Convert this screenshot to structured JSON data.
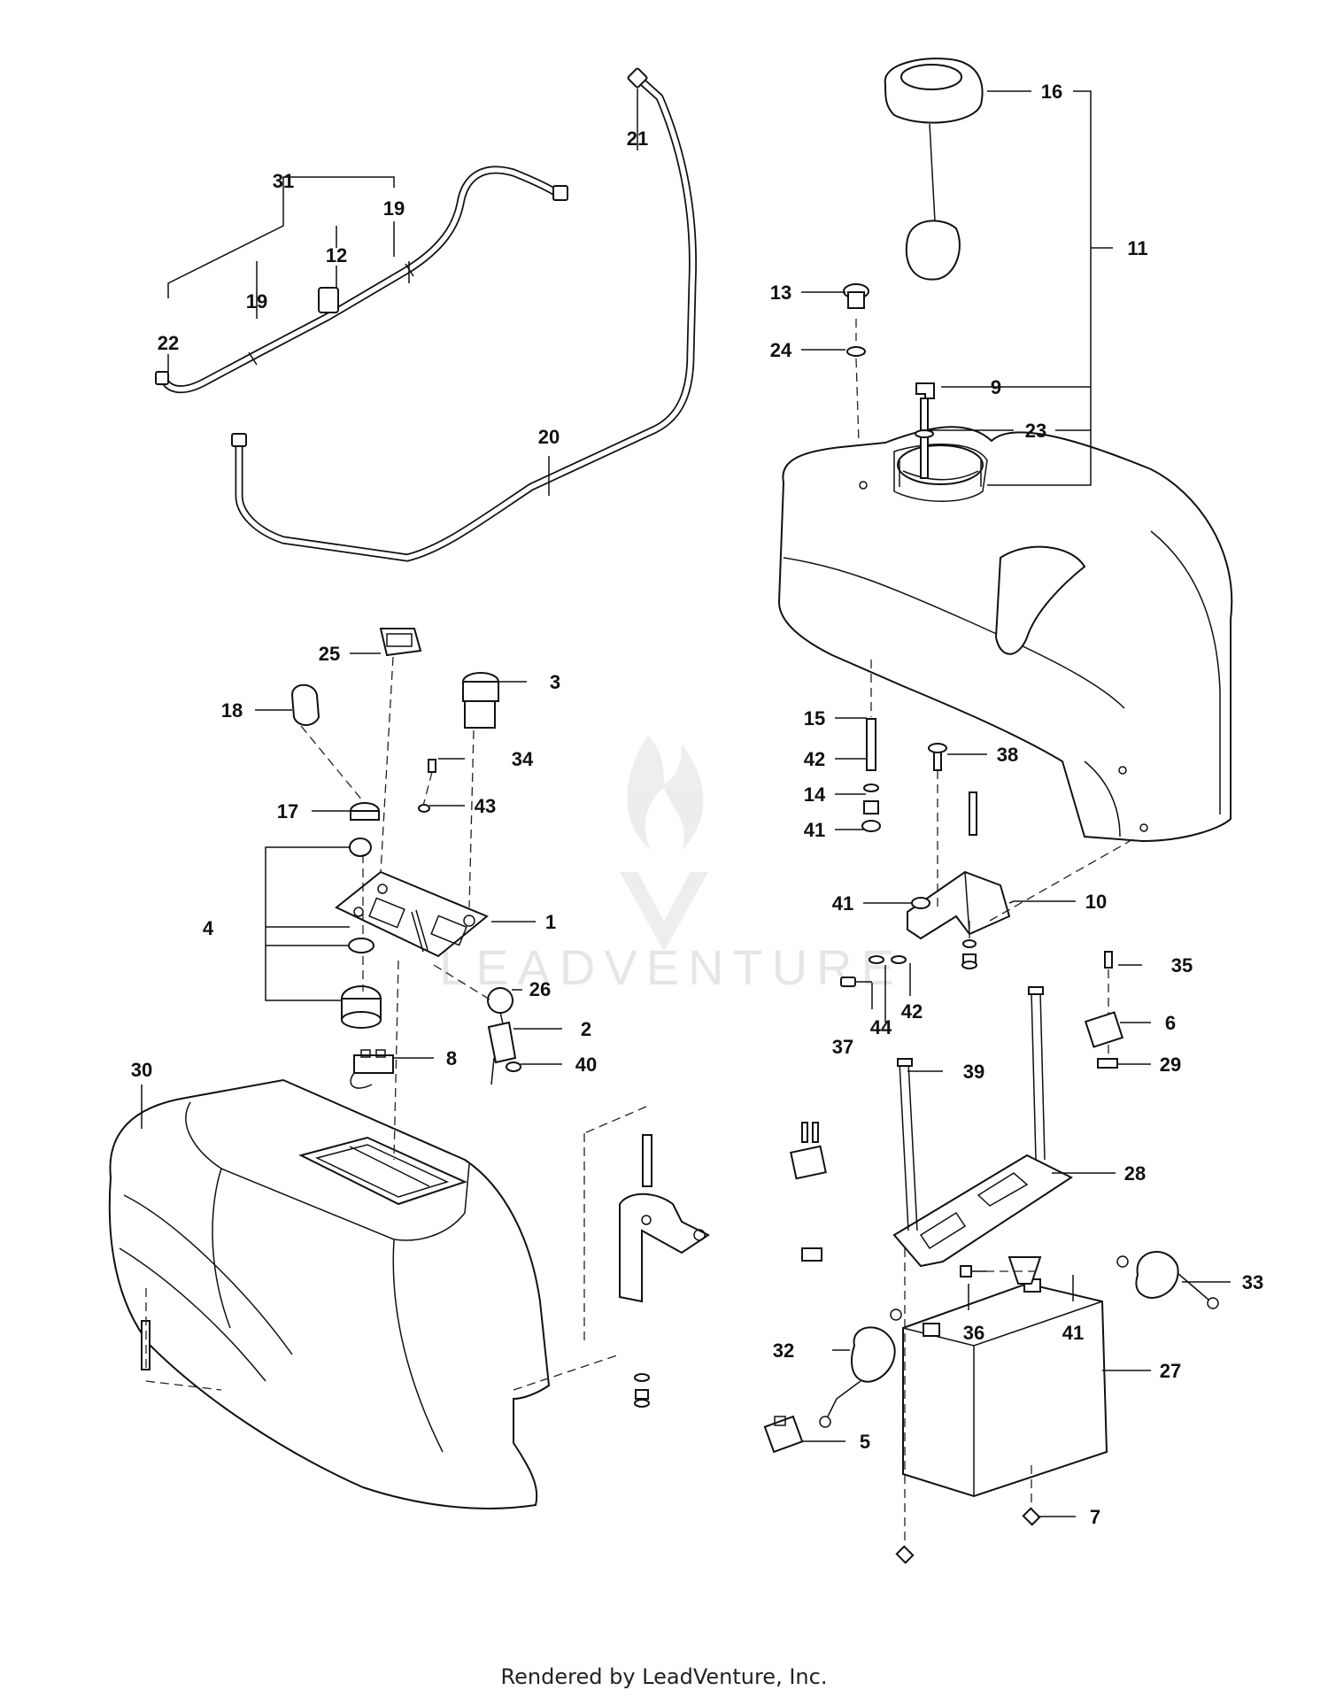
{
  "watermark": "LEADVENTURE",
  "footer": "Rendered by LeadVenture, Inc.",
  "callouts": [
    "1",
    "2",
    "3",
    "4",
    "5",
    "6",
    "7",
    "8",
    "9",
    "10",
    "11",
    "12",
    "13",
    "14",
    "15",
    "16",
    "17",
    "18",
    "19",
    "20",
    "21",
    "22",
    "23",
    "24",
    "25",
    "26",
    "27",
    "28",
    "29",
    "30",
    "31",
    "32",
    "33",
    "34",
    "35",
    "36",
    "37",
    "38",
    "39",
    "40",
    "41",
    "42",
    "43",
    "44"
  ],
  "callout_19_second": "19",
  "callout_41_second": "41",
  "callout_41_third": "41",
  "callout_42_second": "42"
}
